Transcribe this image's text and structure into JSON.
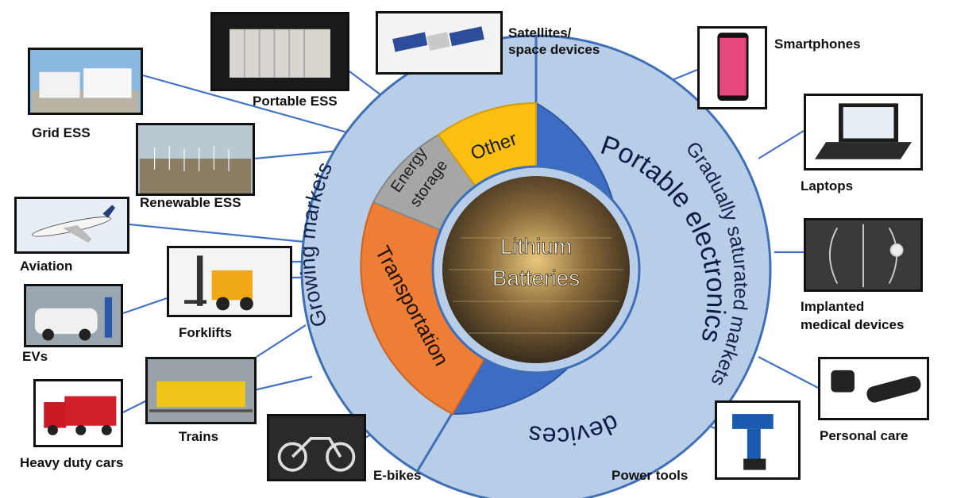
{
  "center": {
    "line1": "Lithium",
    "line2": "Batteries"
  },
  "segments": {
    "portable": {
      "line1": "Portable electronics",
      "line2": "devices"
    },
    "transportation": "Transportation",
    "energy_storage": {
      "line1": "Energy",
      "line2": "storage"
    },
    "other": "Other"
  },
  "outer_ring": {
    "left": "Growing markets",
    "right": "Gradually saturated markets"
  },
  "applications": {
    "satellites": {
      "line1": "Satellites/",
      "line2": "space devices"
    },
    "portable_ess": "Portable ESS",
    "grid_ess": "Grid ESS",
    "renewable_ess": "Renewable ESS",
    "aviation": "Aviation",
    "forklifts": "Forklifts",
    "evs": "EVs",
    "trains": "Trains",
    "heavy_duty_cars": "Heavy duty cars",
    "ebikes": "E-bikes",
    "smartphones": "Smartphones",
    "laptops": "Laptops",
    "implanted": {
      "line1": "Implanted",
      "line2": "medical devices"
    },
    "personal_care": "Personal care",
    "power_tools": "Power tools"
  },
  "colors": {
    "outer_ring": "#b8cde8",
    "ring_stroke": "#3f6fb5",
    "portable": "#3d6cc4",
    "transportation": "#ee7d35",
    "energy_storage": "#a6a6a6",
    "other": "#fbbf12",
    "connector": "#4472c4"
  }
}
